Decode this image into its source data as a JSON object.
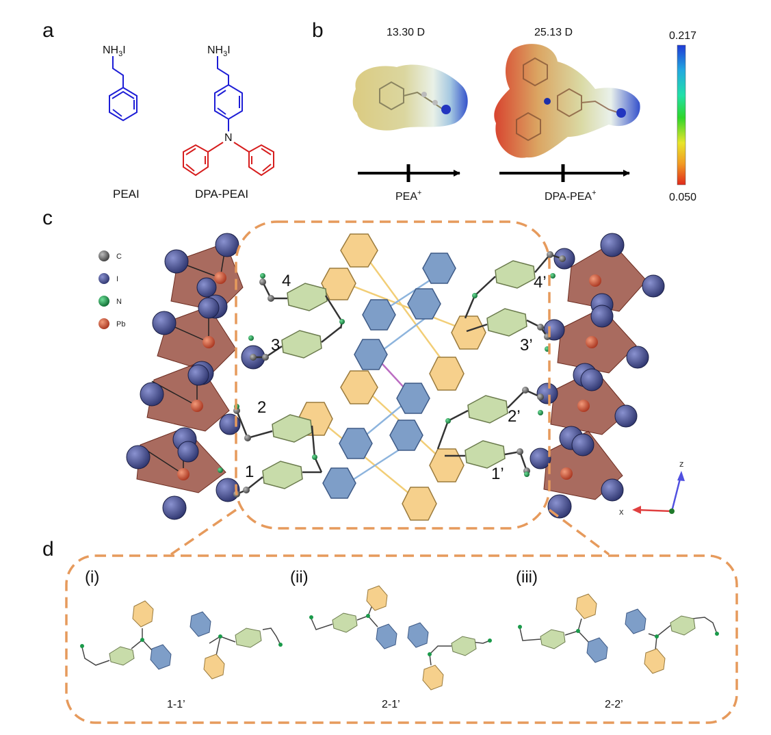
{
  "panels": {
    "a": "a",
    "b": "b",
    "c": "c",
    "d": "d"
  },
  "panel_a": {
    "amine_group_left": "NH",
    "amine_sub_left": "3",
    "amine_suffix_left": "I",
    "amine_group_right": "NH",
    "amine_sub_right": "3",
    "amine_suffix_right": "I",
    "nitrogen": "N",
    "mol1_label": "PEAI",
    "mol2_label": "DPA-PEAI"
  },
  "panel_b": {
    "dipole1": "13.30 D",
    "dipole2": "25.13 D",
    "cation1": "PEA",
    "cation1_sup": "+",
    "cation2": "DPA-PEA",
    "cation2_sup": "+",
    "colorbar_max": "0.217",
    "colorbar_min": "0.050",
    "colorbar_colors": [
      "#1f3bd6",
      "#22a9e0",
      "#21e0a8",
      "#2fd62a",
      "#e8e52a",
      "#f29a23",
      "#e02a1b"
    ]
  },
  "panel_c": {
    "legend": [
      {
        "label": "C",
        "color": "#6b6b6b"
      },
      {
        "label": "I",
        "color": "#4a5296"
      },
      {
        "label": "N",
        "color": "#1a9a4a"
      },
      {
        "label": "Pb",
        "color": "#d65a3c"
      }
    ],
    "site_labels_left": [
      "4",
      "3",
      "2",
      "1"
    ],
    "site_labels_right": [
      "4’",
      "3’",
      "2’",
      "1’"
    ],
    "axis_z": "z",
    "axis_x": "x",
    "colors": {
      "octahedron": "#8c3a2a",
      "iodine": "#4a5296",
      "lead": "#d65a3c",
      "phenyl_green": "#c8dcaa",
      "ring_yellow": "#f6d08c",
      "ring_blue": "#7e9ec8",
      "box_orange": "#e69a5c"
    }
  },
  "panel_d": {
    "items": [
      {
        "roman": "(i)",
        "pair": "1-1’"
      },
      {
        "roman": "(ii)",
        "pair": "2-1’"
      },
      {
        "roman": "(iii)",
        "pair": "2-2’"
      }
    ]
  }
}
